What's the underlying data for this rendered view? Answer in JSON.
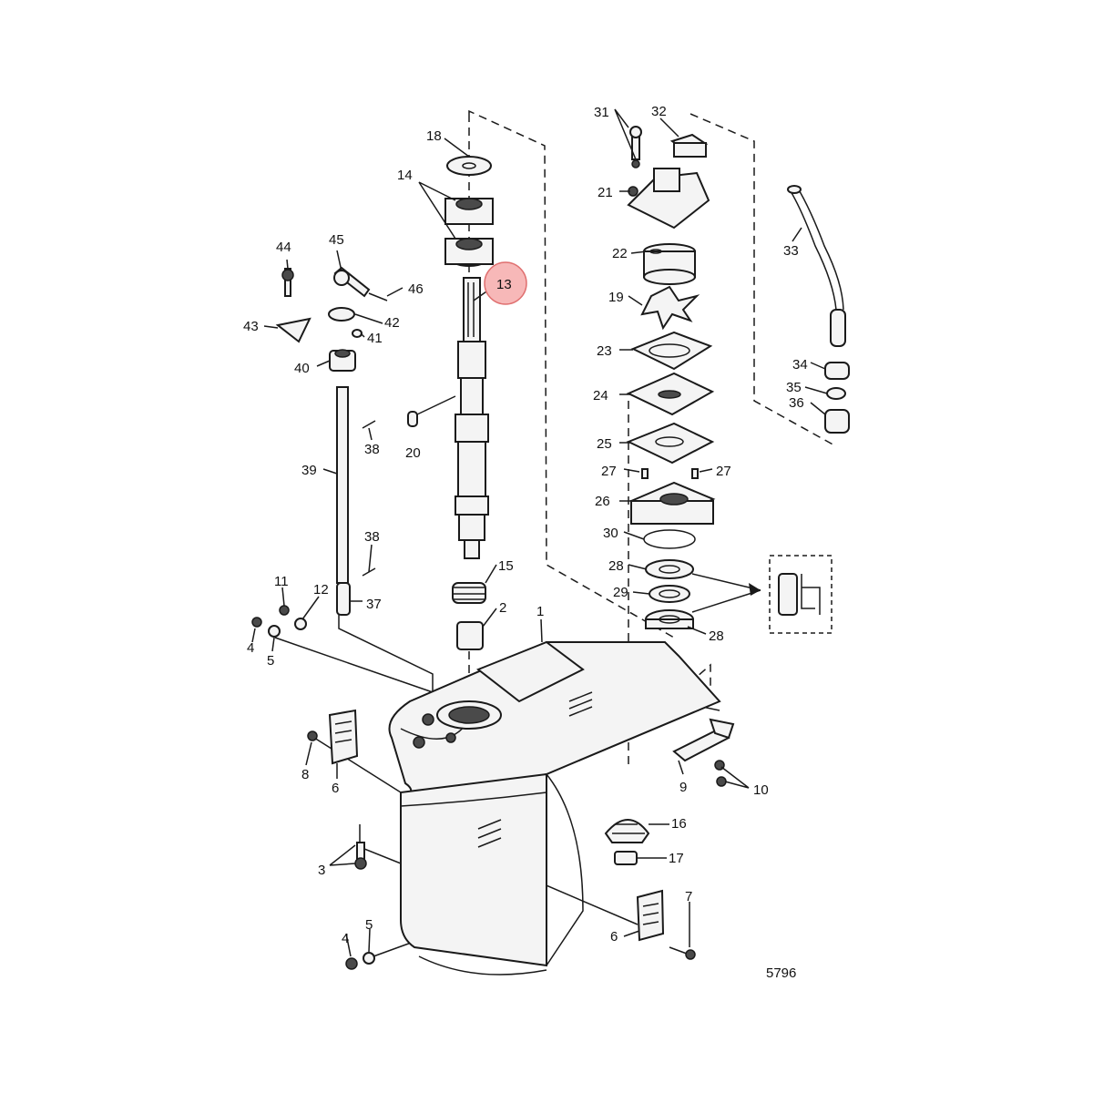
{
  "callouts": [
    {
      "id": "c1",
      "text": "1"
    },
    {
      "id": "c2",
      "text": "2"
    },
    {
      "id": "c3",
      "text": "3"
    },
    {
      "id": "c4a",
      "text": "4"
    },
    {
      "id": "c4b",
      "text": "4"
    },
    {
      "id": "c5a",
      "text": "5"
    },
    {
      "id": "c5b",
      "text": "5"
    },
    {
      "id": "c6a",
      "text": "6"
    },
    {
      "id": "c6b",
      "text": "6"
    },
    {
      "id": "c7",
      "text": "7"
    },
    {
      "id": "c8",
      "text": "8"
    },
    {
      "id": "c9",
      "text": "9"
    },
    {
      "id": "c10",
      "text": "10"
    },
    {
      "id": "c11",
      "text": "11"
    },
    {
      "id": "c12",
      "text": "12"
    },
    {
      "id": "c13",
      "text": "13",
      "highlighted": true
    },
    {
      "id": "c14",
      "text": "14"
    },
    {
      "id": "c15",
      "text": "15"
    },
    {
      "id": "c16",
      "text": "16"
    },
    {
      "id": "c17",
      "text": "17"
    },
    {
      "id": "c18",
      "text": "18"
    },
    {
      "id": "c19",
      "text": "19"
    },
    {
      "id": "c20",
      "text": "20"
    },
    {
      "id": "c21",
      "text": "21"
    },
    {
      "id": "c22",
      "text": "22"
    },
    {
      "id": "c23",
      "text": "23"
    },
    {
      "id": "c24",
      "text": "24"
    },
    {
      "id": "c25",
      "text": "25"
    },
    {
      "id": "c26",
      "text": "26"
    },
    {
      "id": "c27a",
      "text": "27"
    },
    {
      "id": "c27b",
      "text": "27"
    },
    {
      "id": "c28a",
      "text": "28"
    },
    {
      "id": "c28b",
      "text": "28"
    },
    {
      "id": "c29",
      "text": "29"
    },
    {
      "id": "c30",
      "text": "30"
    },
    {
      "id": "c31",
      "text": "31"
    },
    {
      "id": "c32",
      "text": "32"
    },
    {
      "id": "c33",
      "text": "33"
    },
    {
      "id": "c34",
      "text": "34"
    },
    {
      "id": "c35",
      "text": "35"
    },
    {
      "id": "c36",
      "text": "36"
    },
    {
      "id": "c37",
      "text": "37"
    },
    {
      "id": "c38a",
      "text": "38"
    },
    {
      "id": "c38b",
      "text": "38"
    },
    {
      "id": "c39",
      "text": "39"
    },
    {
      "id": "c40",
      "text": "40"
    },
    {
      "id": "c41",
      "text": "41"
    },
    {
      "id": "c42",
      "text": "42"
    },
    {
      "id": "c43",
      "text": "43"
    },
    {
      "id": "c44",
      "text": "44"
    },
    {
      "id": "c45",
      "text": "45"
    },
    {
      "id": "c46",
      "text": "46"
    }
  ],
  "diagram_number": "5796",
  "colors": {
    "highlight_fill": "#f7b8b8",
    "highlight_stroke": "#e07070",
    "line": "#1a1a1a",
    "part_fill": "#f4f4f4"
  }
}
